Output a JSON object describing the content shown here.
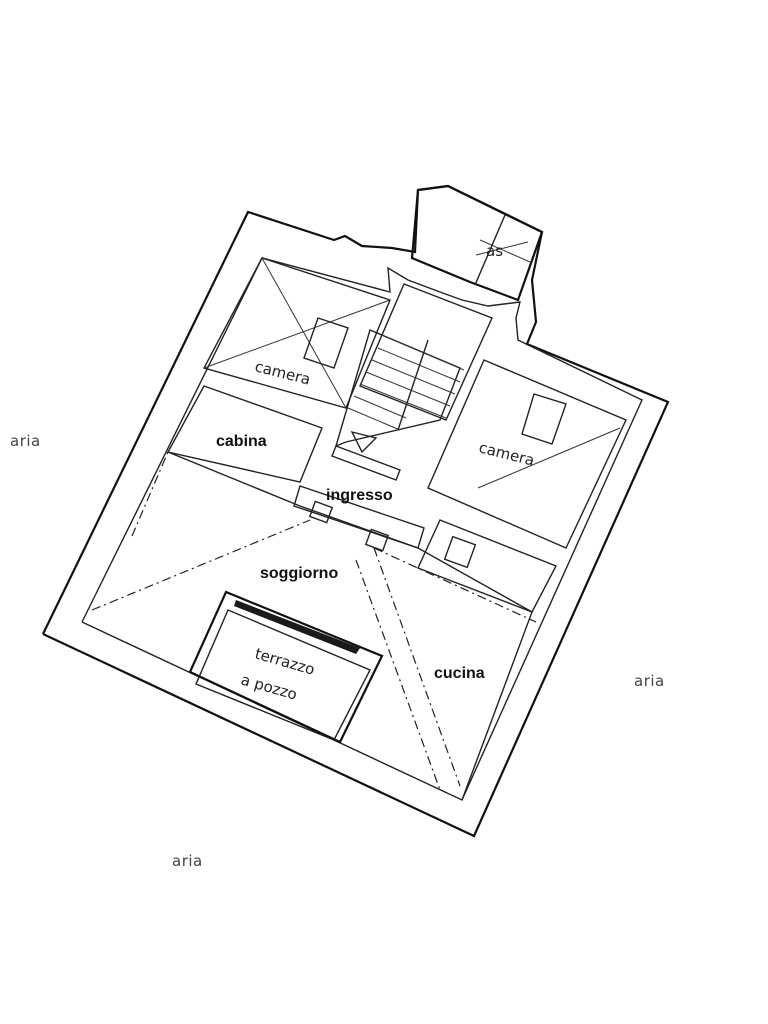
{
  "rooms": {
    "camera_left": "camera",
    "cabina": "cabina",
    "ingresso": "ingresso",
    "camera_right": "camera",
    "soggiorno": "soggiorno",
    "cucina": "cucina",
    "terrazzo_line1": "terrazzo",
    "terrazzo_line2": "a pozzo",
    "bathroom": "as"
  },
  "exterior": {
    "left": "aria",
    "right": "aria",
    "bottom": "aria"
  }
}
